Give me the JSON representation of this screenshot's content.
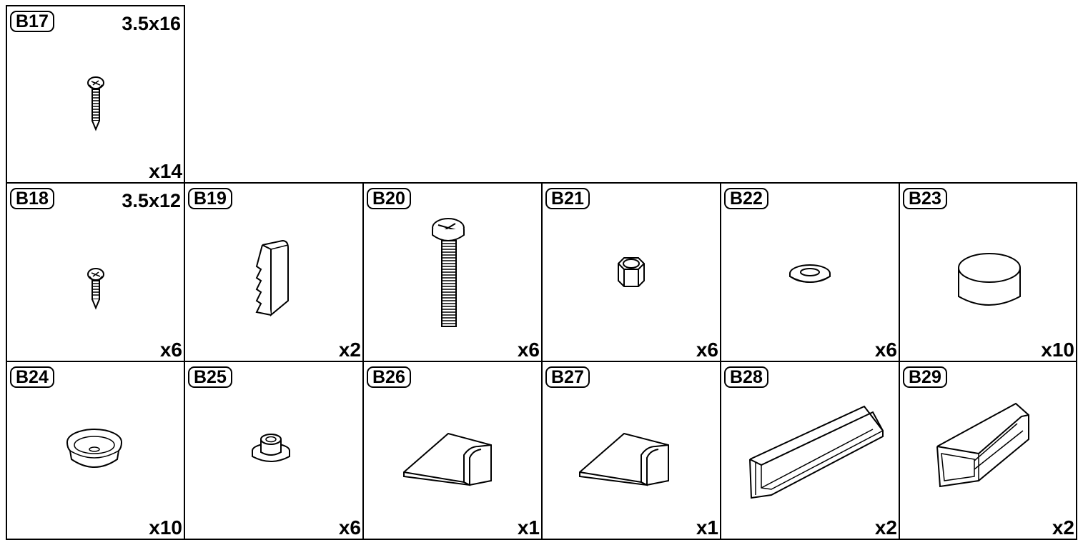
{
  "parts": {
    "b17": {
      "code": "B17",
      "size": "3.5x16",
      "qty": "x14",
      "icon": "pan-head-screw-icon"
    },
    "b18": {
      "code": "B18",
      "size": "3.5x12",
      "qty": "x6",
      "icon": "short-screw-icon"
    },
    "b19": {
      "code": "B19",
      "qty": "x2",
      "icon": "serrated-clip-icon"
    },
    "b20": {
      "code": "B20",
      "qty": "x6",
      "icon": "machine-bolt-icon"
    },
    "b21": {
      "code": "B21",
      "qty": "x6",
      "icon": "hex-nut-icon"
    },
    "b22": {
      "code": "B22",
      "qty": "x6",
      "icon": "washer-icon"
    },
    "b23": {
      "code": "B23",
      "qty": "x10",
      "icon": "round-pad-icon"
    },
    "b24": {
      "code": "B24",
      "qty": "x10",
      "icon": "cup-cap-icon"
    },
    "b25": {
      "code": "B25",
      "qty": "x6",
      "icon": "bushing-icon"
    },
    "b26": {
      "code": "B26",
      "qty": "x1",
      "icon": "l-bracket-strip-icon"
    },
    "b27": {
      "code": "B27",
      "qty": "x1",
      "icon": "l-bracket-strip-icon"
    },
    "b28": {
      "code": "B28",
      "qty": "x2",
      "icon": "angle-profile-icon"
    },
    "b29": {
      "code": "B29",
      "qty": "x2",
      "icon": "channel-profile-icon"
    }
  }
}
